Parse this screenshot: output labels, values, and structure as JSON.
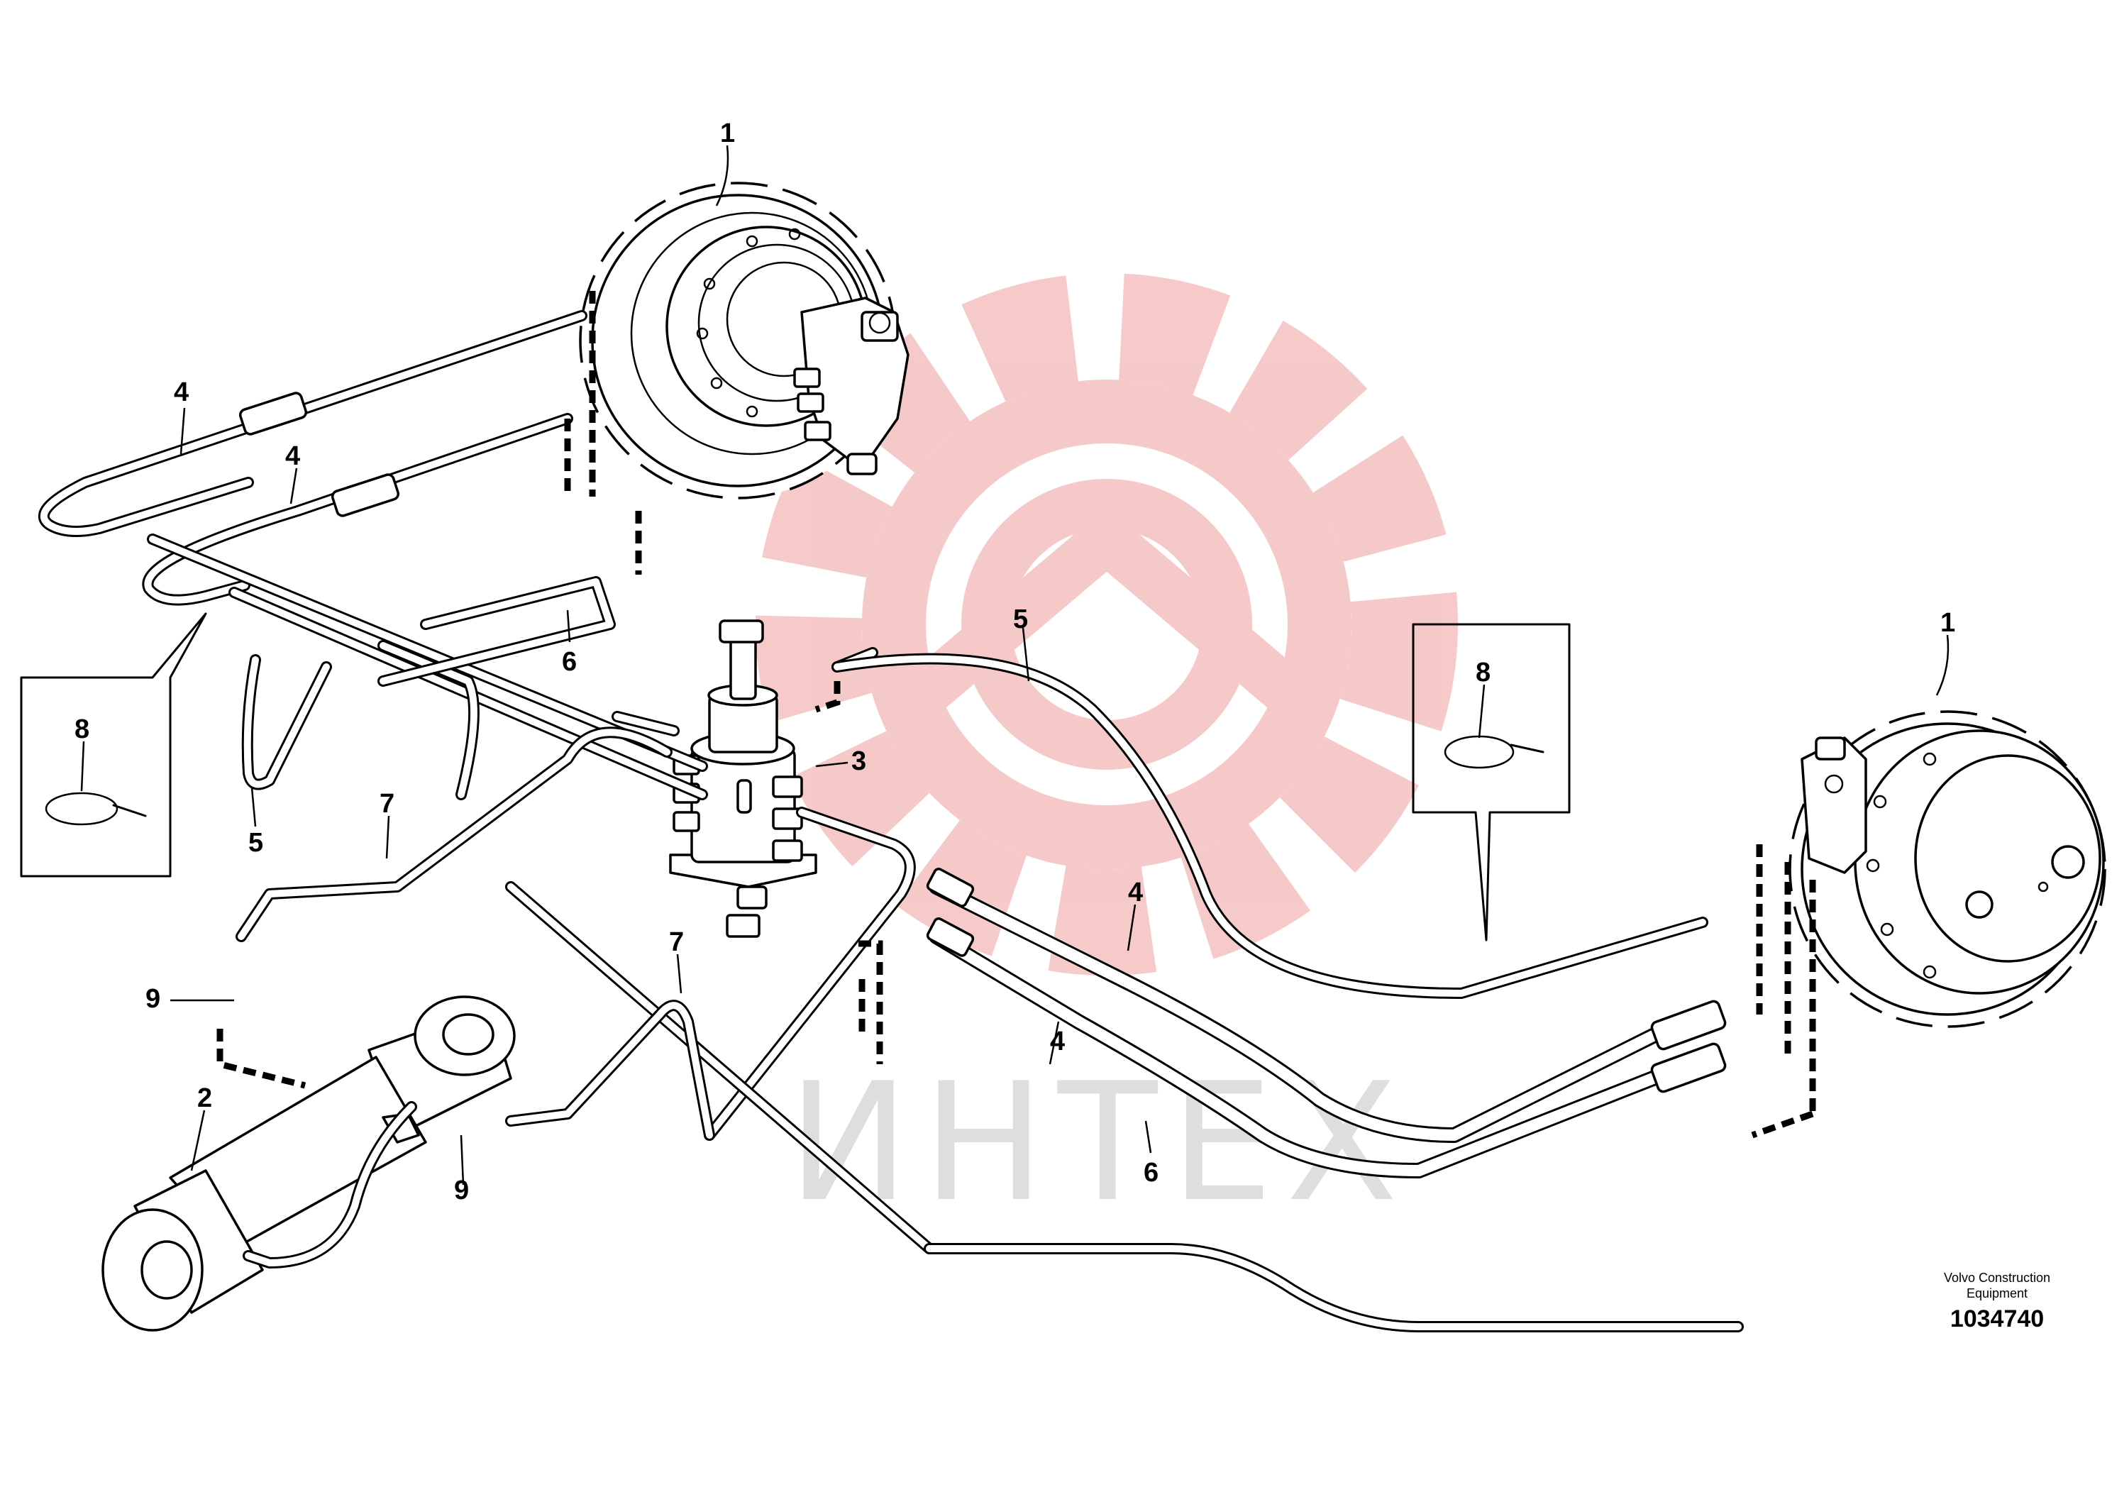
{
  "callouts": {
    "c1a": "1",
    "c1b": "1",
    "c2": "2",
    "c3": "3",
    "c4a": "4",
    "c4b": "4",
    "c4c": "4",
    "c4d": "4",
    "c5a": "5",
    "c5b": "5",
    "c6a": "6",
    "c6b": "6",
    "c7a": "7",
    "c7b": "7",
    "c8a": "8",
    "c8b": "8",
    "c9a": "9",
    "c9b": "9"
  },
  "credit": {
    "maker_line1": "Volvo Construction",
    "maker_line2": "Equipment",
    "drawing_number": "1034740"
  },
  "watermark": {
    "text": "ИНТЕХ",
    "gear_color": "#f4b8b8",
    "text_color": "#d9d9d9"
  }
}
